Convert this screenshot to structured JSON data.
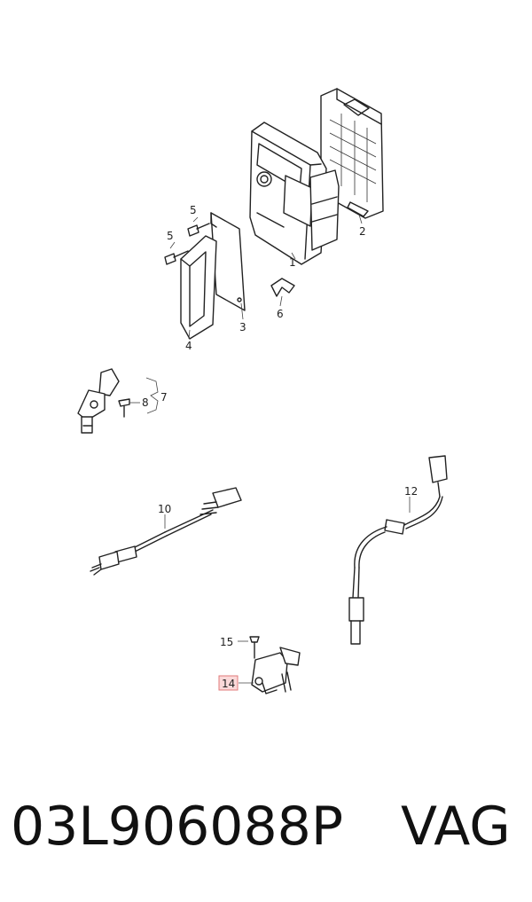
{
  "callouts": {
    "c1": "1",
    "c2": "2",
    "c3": "3",
    "c4": "4",
    "c5a": "5",
    "c5b": "5",
    "c6": "6",
    "c7": "7",
    "c8": "8",
    "c10": "10",
    "c12": "12",
    "c14": "14",
    "c15": "15"
  },
  "highlighted_callout": "14",
  "caption": {
    "part_number": "03L906088P",
    "brand": "VAG"
  },
  "colors": {
    "highlight_fill": "#fbd9d9",
    "highlight_border": "#e07a7a",
    "line": "#222222"
  }
}
